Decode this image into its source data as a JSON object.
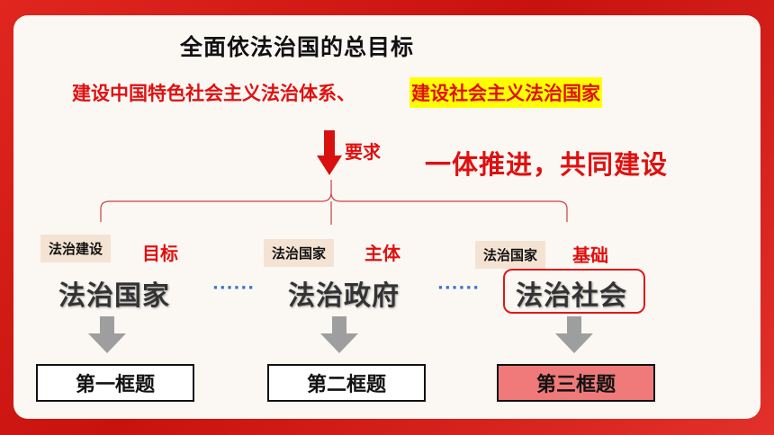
{
  "title": "全面依法治国的总目标",
  "subtitle_part1": "建设中国特色社会主义法治体系、",
  "subtitle_part2": "建设社会主义法治国家",
  "requirement_label": "要求",
  "slogan": "一体推进，共同建设",
  "columns": [
    {
      "tag": "法治建设",
      "role": "目标",
      "name": "法治国家",
      "box": "第一框题"
    },
    {
      "tag": "法治国家",
      "role": "主体",
      "name": "法治政府",
      "box": "第二框题"
    },
    {
      "tag": "法治国家",
      "role": "基础",
      "name": "法治社会",
      "box": "第三框题"
    }
  ],
  "dots": "······",
  "colors": {
    "accent": "#e01010",
    "highlight": "#ffff00",
    "box3_fill": "#f07a7a"
  }
}
